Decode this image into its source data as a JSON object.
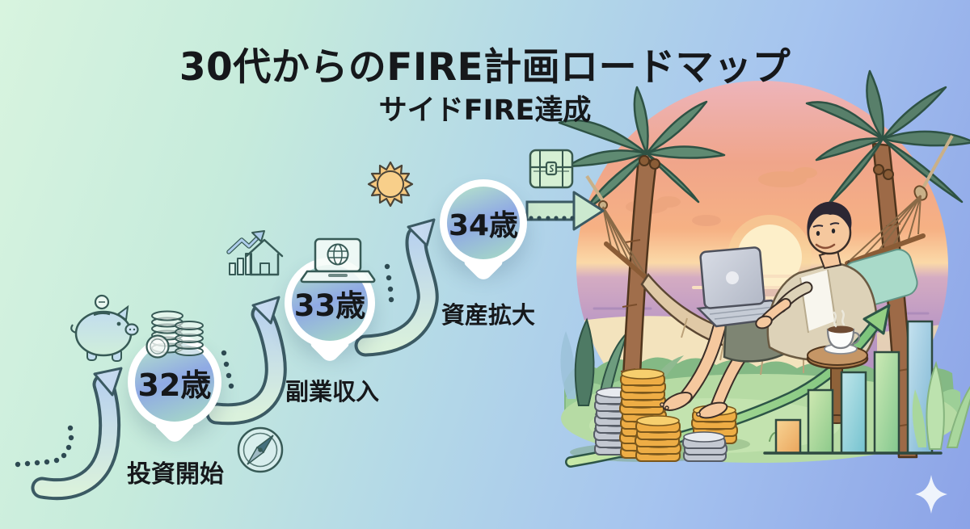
{
  "header": {
    "title": "30代からのFIRE計画ロードマップ",
    "subtitle": "サイドFIRE達成"
  },
  "milestones": [
    {
      "age": "32歳",
      "label": "投資開始",
      "icon": "coin-stacks-icon"
    },
    {
      "age": "33歳",
      "label": "副業収入",
      "icon": "laptop-globe-icon"
    },
    {
      "age": "34歳",
      "label": "資産拡大",
      "icon": "treasure-chest-icon"
    }
  ],
  "decorative_icons": [
    "piggy-bank-icon",
    "growth-chart-house-icon",
    "compass-icon",
    "sun-icon",
    "treasure-chest-icon",
    "sparkle-icon"
  ],
  "illustration": {
    "description": "man relaxing in hammock with laptop between two palm trees at sunset beach",
    "elements": [
      "sunset-circle",
      "sun",
      "palm-trees",
      "hammock",
      "laptop",
      "coffee-cup-on-table",
      "gold-and-silver-coin-stacks",
      "rising-bar-chart",
      "green-growth-arrow",
      "sparkle"
    ]
  },
  "colors": {
    "background_left": "#d8f4df",
    "background_right": "#8ca3e7",
    "pin_gradient_blue": "#8fa9e4",
    "pin_gradient_green": "#b7e6c9",
    "arrow_outline": "#3b5a63",
    "text": "#16181b"
  }
}
